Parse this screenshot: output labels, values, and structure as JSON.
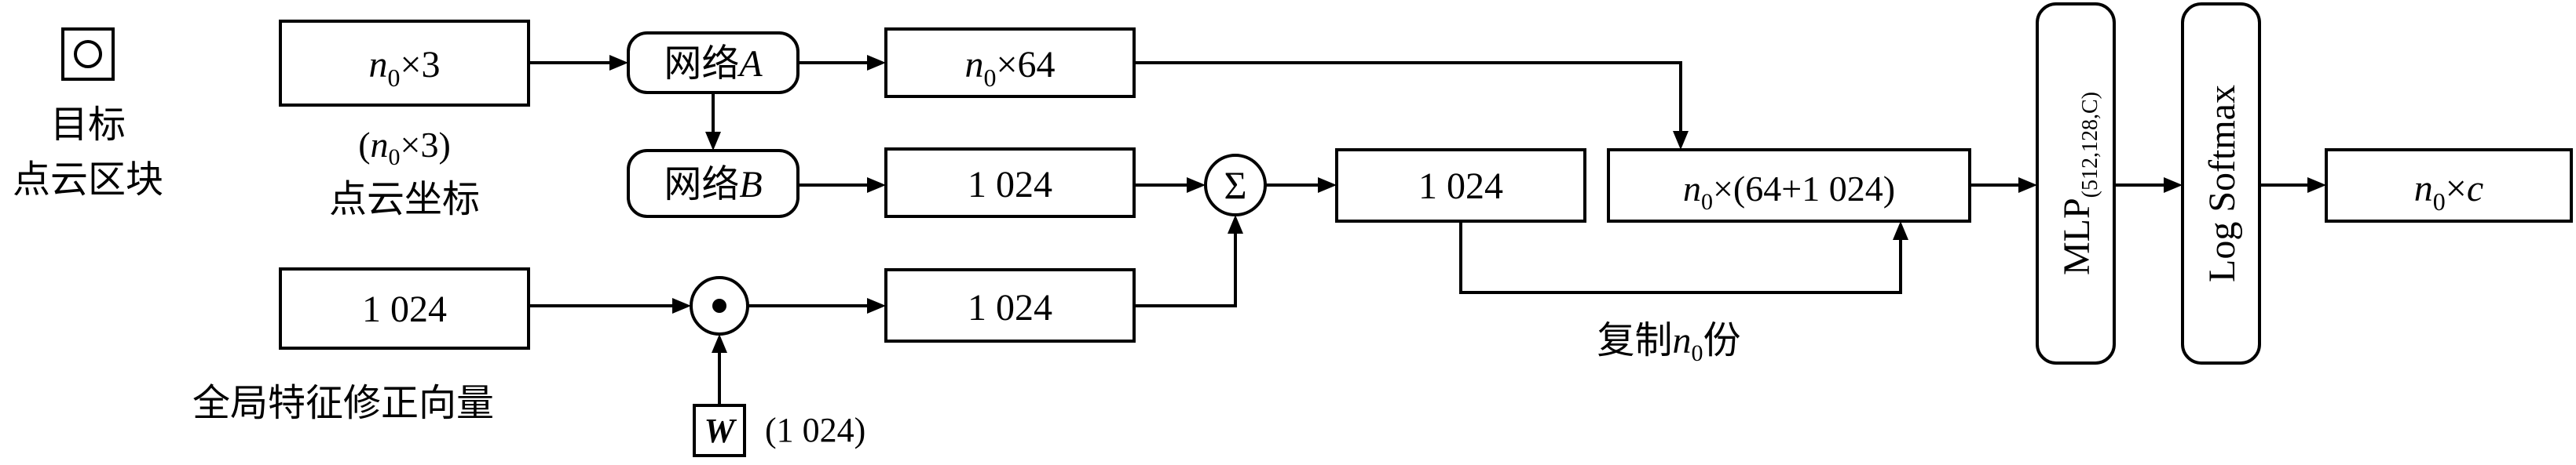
{
  "legend": {
    "icon": "target-point-icon",
    "line1": "目标",
    "line2": "点云区块"
  },
  "input": {
    "box_base": "n",
    "box_sub": "0",
    "box_rest": "×3",
    "caption_open": "(",
    "caption_base": "n",
    "caption_sub": "0",
    "caption_rest": "×3)",
    "caption2": "点云坐标"
  },
  "network_a": {
    "prefix": "网络",
    "letter": "A"
  },
  "network_b": {
    "prefix": "网络",
    "letter": "B"
  },
  "feat64": {
    "base": "n",
    "sub": "0",
    "rest": "×64"
  },
  "feat1024": "1 024",
  "global": {
    "box": "1 024",
    "caption": "全局特征修正向量"
  },
  "weight": {
    "symbol": "W",
    "dims": "(1 024)"
  },
  "product_out": "1 024",
  "sum_symbol": "Σ",
  "dot_symbol": "⊙",
  "sum_out": "1 024",
  "concat": {
    "base": "n",
    "sub": "0",
    "rest": "×(64+1 024)"
  },
  "copy_label": {
    "prefix": "复制",
    "base": "n",
    "sub": "0",
    "suffix": "份"
  },
  "mlp": {
    "main": "MLP",
    "sub": "(512,128,C)"
  },
  "logsoftmax": "Log Softmax",
  "output": {
    "base": "n",
    "sub": "0",
    "rest": "×",
    "c": "c"
  }
}
